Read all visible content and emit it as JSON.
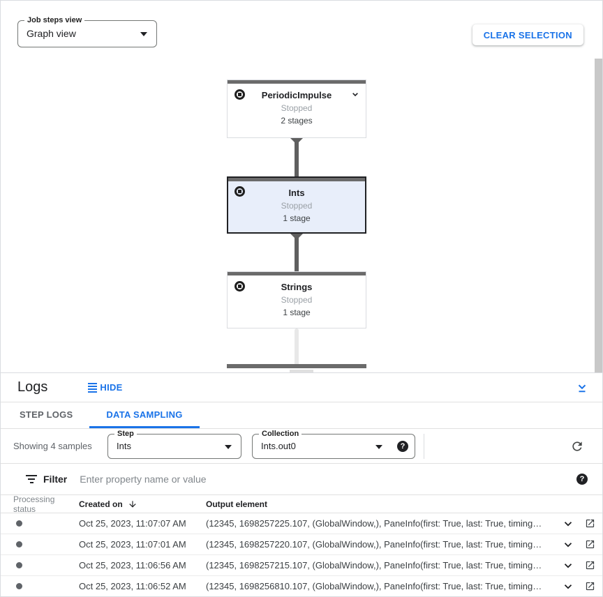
{
  "toolbar": {
    "job_steps_view_label": "Job steps view",
    "job_steps_view_value": "Graph view",
    "clear_selection_label": "CLEAR SELECTION"
  },
  "graph": {
    "nodes": [
      {
        "name": "PeriodicImpulse",
        "status": "Stopped",
        "stages": "2 stages",
        "selected": false
      },
      {
        "name": "Ints",
        "status": "Stopped",
        "stages": "1 stage",
        "selected": true
      },
      {
        "name": "Strings",
        "status": "Stopped",
        "stages": "1 stage",
        "selected": false
      }
    ]
  },
  "logs": {
    "title": "Logs",
    "hide_label": "HIDE",
    "tabs": [
      {
        "label": "STEP LOGS",
        "active": false
      },
      {
        "label": "DATA SAMPLING",
        "active": true
      }
    ],
    "showing_text": "Showing 4 samples",
    "step_field": {
      "label": "Step",
      "value": "Ints"
    },
    "collection_field": {
      "label": "Collection",
      "value": "Ints.out0"
    },
    "filter": {
      "label": "Filter",
      "placeholder": "Enter property name or value"
    },
    "table": {
      "columns": [
        "Processing status",
        "Created on",
        "Output element"
      ],
      "rows": [
        {
          "created_on": "Oct 25, 2023, 11:07:07 AM",
          "output_element": "(12345, 1698257225.107, (GlobalWindow,), PaneInfo(first: True, last: True, timing…"
        },
        {
          "created_on": "Oct 25, 2023, 11:07:01 AM",
          "output_element": "(12345, 1698257220.107, (GlobalWindow,), PaneInfo(first: True, last: True, timing…"
        },
        {
          "created_on": "Oct 25, 2023, 11:06:56 AM",
          "output_element": "(12345, 1698257215.107, (GlobalWindow,), PaneInfo(first: True, last: True, timing…"
        },
        {
          "created_on": "Oct 25, 2023, 11:06:52 AM",
          "output_element": "(12345, 1698256810.107, (GlobalWindow,), PaneInfo(first: True, last: True, timing…"
        }
      ]
    }
  },
  "colors": {
    "accent_blue": "#1a73e8",
    "node_top_bar": "#6b6b6b",
    "selected_node_bg": "#e8eefa",
    "selected_node_border": "#202124",
    "edge_dark": "#5f5f5f",
    "edge_light": "#e8e8e8",
    "muted_text": "#5f6368",
    "scrollbar": "#c8c8c8"
  }
}
